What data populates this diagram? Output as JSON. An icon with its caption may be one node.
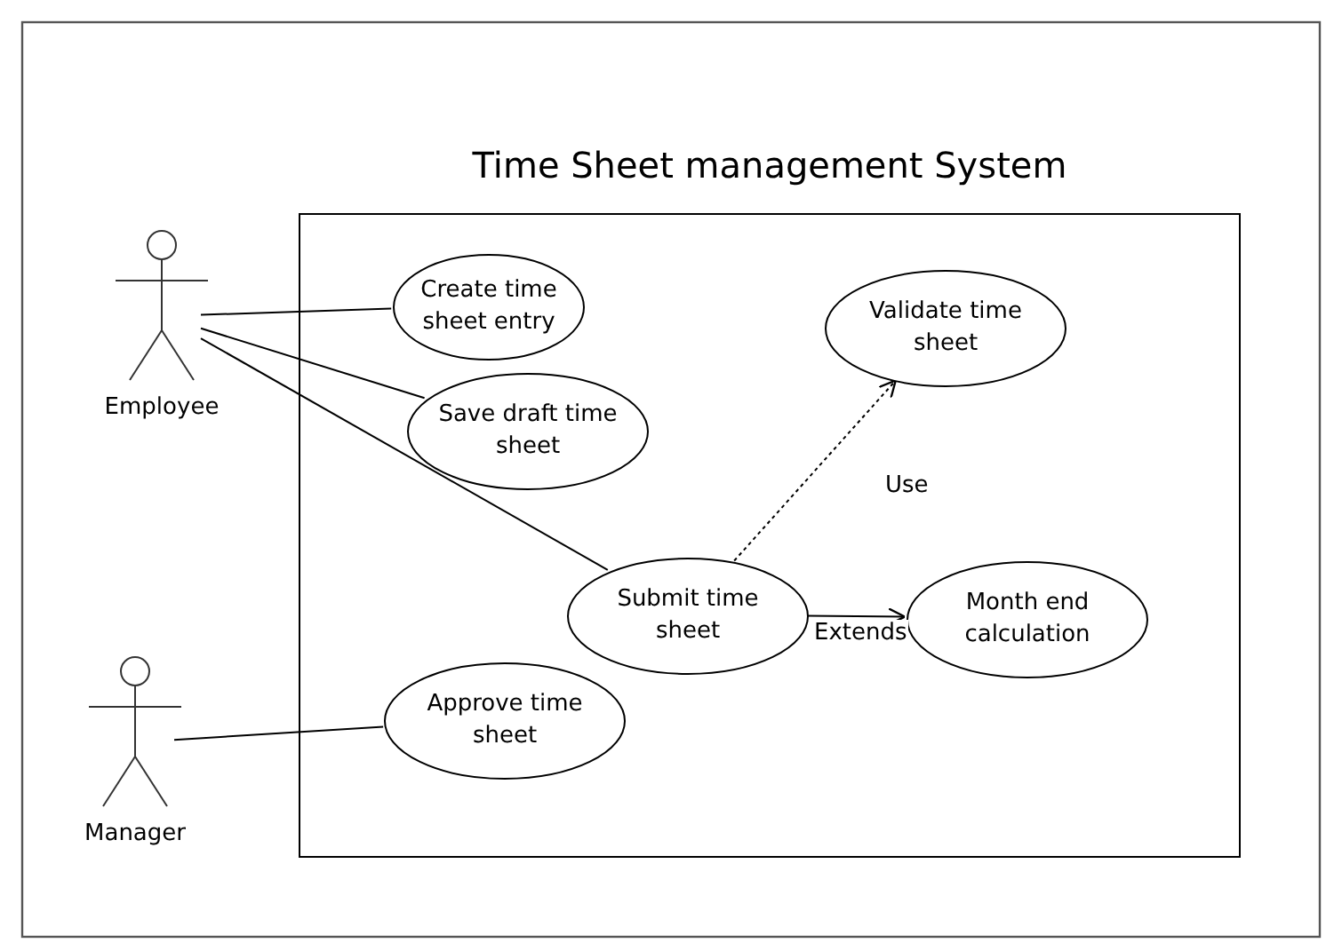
{
  "diagram": {
    "nodes": [
      {
        "text": [
          "Time Sheet management System"
        ]
      },
      {
        "text": [
          "Employee"
        ]
      },
      {
        "text": [
          "Create time sheet entry"
        ],
        "in": 0
      },
      {
        "text": [
          "Save draft time sheet"
        ],
        "in": 0
      },
      {
        "text": [
          "Validate time sheet"
        ],
        "in": 0
      },
      {
        "text": [
          "Submit time sheet"
        ],
        "in": 0
      },
      {
        "text": [
          "Month end calculation"
        ],
        "in": 0
      },
      {
        "text": [
          "Manager"
        ]
      },
      {
        "text": [
          "Approve time sheet"
        ],
        "in": 0
      }
    ],
    "edges": [
      {
        "from": 1,
        "to": 2,
        "arrow": "none"
      },
      {
        "from": 1,
        "to": 3,
        "arrow": "none"
      },
      {
        "from": 1,
        "to": 5,
        "arrow": "none"
      },
      {
        "from": 5,
        "to": 4,
        "arrow": "to",
        "label": "Use",
        "style": "dashed"
      },
      {
        "from": 5,
        "to": 6,
        "arrow": "to",
        "label": "Extends"
      },
      {
        "from": 7,
        "to": 8,
        "arrow": "none"
      }
    ]
  }
}
